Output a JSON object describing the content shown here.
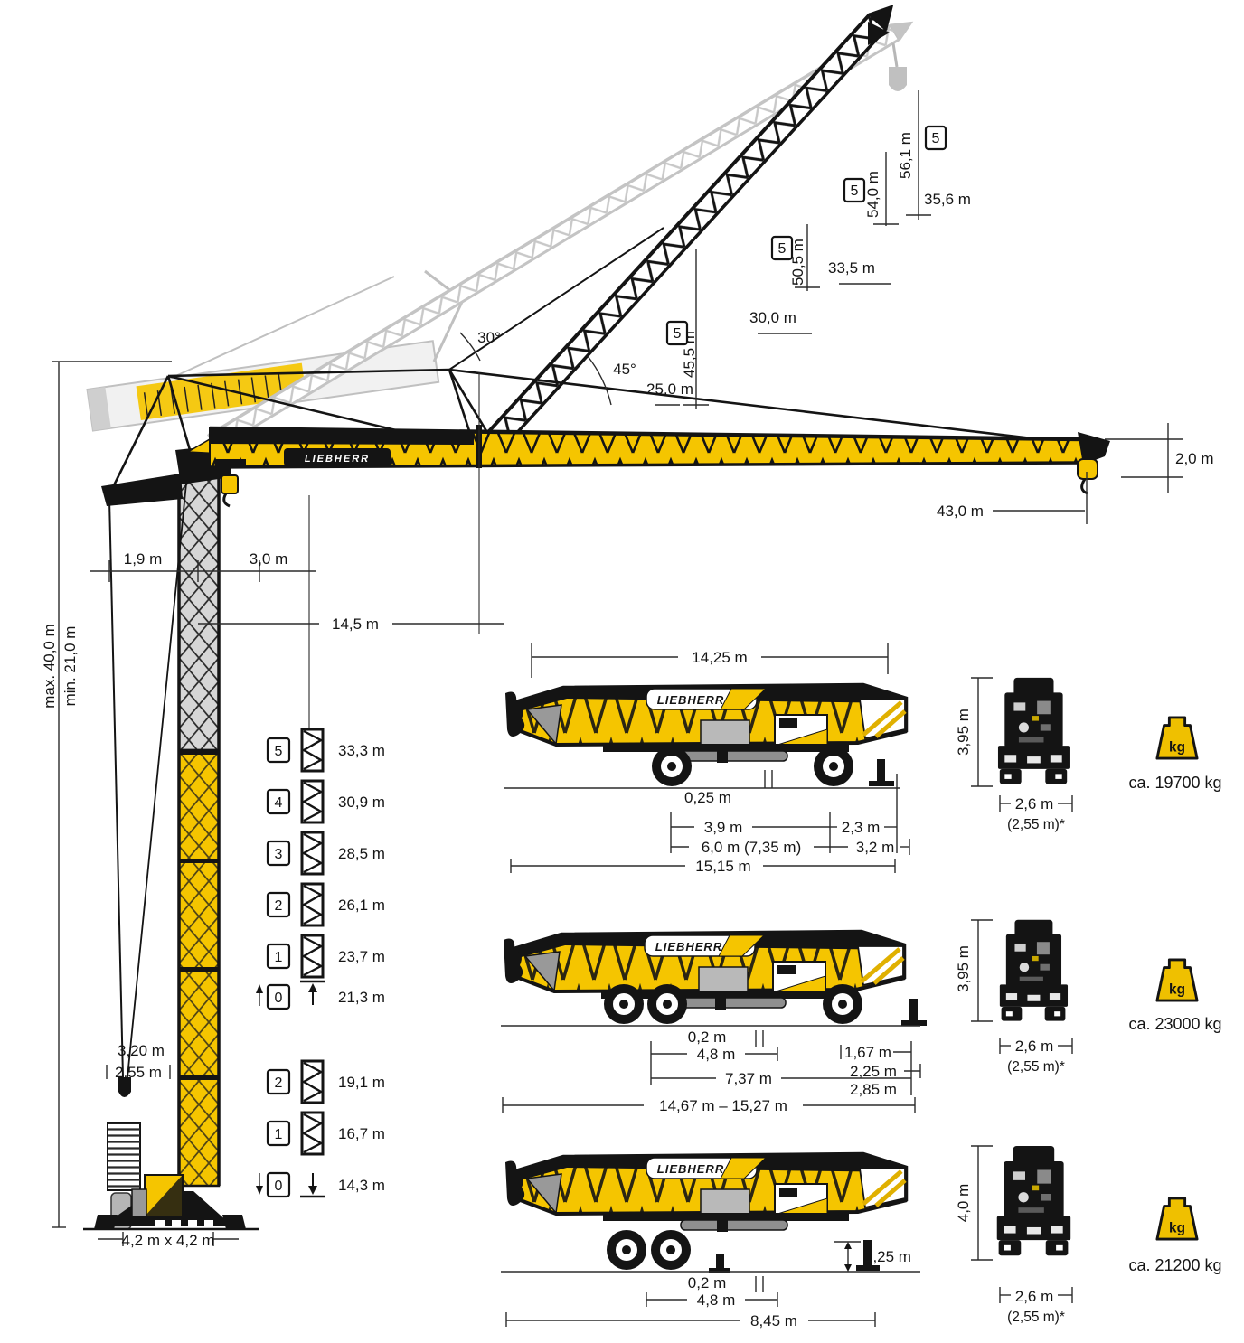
{
  "logo": "LIEBHERR",
  "kg_label": "kg",
  "colors": {
    "crane_yellow": "#F5C500",
    "outline_black": "#141414",
    "ghost_gray": "#c4c4c4",
    "dim_line": "#2b2b2b"
  },
  "elevation": {
    "angle_30": "30°",
    "angle_45": "45°",
    "height_points": [
      {
        "badge": "5",
        "height": "56,1 m",
        "radius": "35,6 m"
      },
      {
        "badge": "5",
        "height": "54,0 m",
        "radius": "33,5 m"
      },
      {
        "badge": "5",
        "height": "50,5 m",
        "radius": "30,0 m"
      },
      {
        "badge": "5",
        "height": "45,5 m",
        "radius": "25,0 m"
      }
    ],
    "jib_tip_drop": "2,0 m",
    "max_radius": "43,0 m",
    "jib_hinge_distance": "14,5 m",
    "counter_radius": "1,9 m",
    "min_hook_radius": "3,0 m",
    "hook_height_max": "max. 40,0 m",
    "hook_height_min": "min. 21,0 m",
    "hoist_clearance": "3,20 m",
    "hoist_clearance_alt": "2,55 m",
    "base_footprint": "4,2 m x 4,2 m"
  },
  "tower_legend": {
    "rows": [
      {
        "badge": "5",
        "value": "33,3 m"
      },
      {
        "badge": "4",
        "value": "30,9 m"
      },
      {
        "badge": "3",
        "value": "28,5 m"
      },
      {
        "badge": "2",
        "value": "26,1 m"
      },
      {
        "badge": "1",
        "value": "23,7 m"
      },
      {
        "badge": "0",
        "value": "21,3 m"
      },
      {
        "badge": "2",
        "value": "19,1 m"
      },
      {
        "badge": "1",
        "value": "16,7 m"
      },
      {
        "badge": "0",
        "value": "14,3 m"
      }
    ]
  },
  "transport": {
    "units": [
      {
        "length_top": "14,25 m",
        "d1": "0,25 m",
        "d2": "3,9 m",
        "d3": "2,3 m",
        "d4": "6,0 m (7,35 m)",
        "d5": "3,2 m",
        "length_total": "15,15 m",
        "rear_height": "3,95 m",
        "rear_width": "2,6 m",
        "rear_width_alt": "(2,55 m)*",
        "weight": "ca. 19700 kg"
      },
      {
        "d1": "0,2 m",
        "d2": "4,8 m",
        "d3": "1,67 m",
        "d4": "2,25 m",
        "d5": "2,85 m",
        "d6": "7,37 m",
        "length_total": "14,67 m – 15,27 m",
        "rear_height": "3,95 m",
        "rear_width": "2,6 m",
        "rear_width_alt": "(2,55 m)*",
        "weight": "ca. 23000 kg"
      },
      {
        "d_support": "1,25 m",
        "d1": "0,2 m",
        "d2": "4,8 m",
        "length_total": "8,45 m",
        "rear_height": "4,0 m",
        "rear_width": "2,6 m",
        "rear_width_alt": "(2,55 m)*",
        "weight": "ca. 21200 kg"
      }
    ]
  }
}
